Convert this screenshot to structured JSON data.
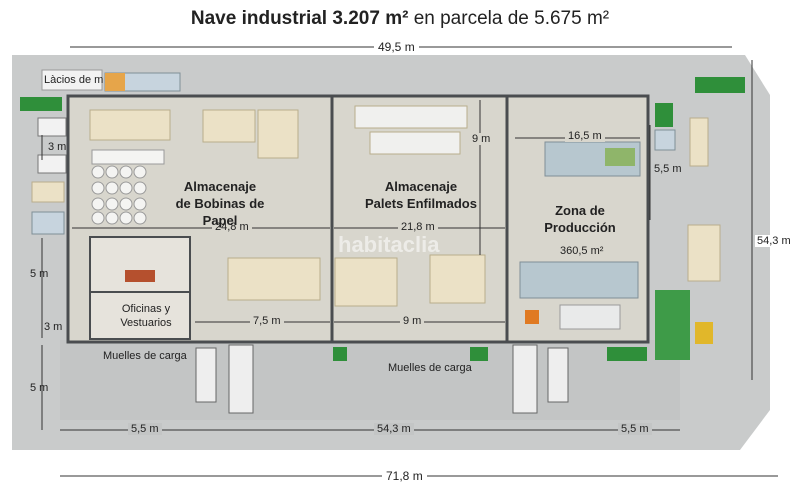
{
  "title": {
    "bold": "Nave industrial 3.207 m²",
    "rest": " en parcela de 5.675 m²"
  },
  "zones": {
    "bobinas": [
      "Almacenaje",
      "de Bobinas de Papel"
    ],
    "palets": [
      "Almacenaje",
      "Palets Enfilmados"
    ],
    "produccion": [
      "Zona de",
      "Producción"
    ],
    "oficinas": [
      "Oficinas y",
      "Vestuarios"
    ]
  },
  "labels": {
    "lacios": "Làcios de m",
    "muelles_left": "Muelles de carga",
    "muelles_center": "Muelles de carga",
    "watermark": "habitaclia",
    "area_prod": "360,5 m²"
  },
  "dims": {
    "top_width": "49,5 m",
    "bottom_width": "71,8 m",
    "bottom_left": "5,5 m",
    "bottom_center": "54,3 m",
    "bottom_right": "5,5 m",
    "right_height": "54,3 m",
    "w_bobinas": "24,8 m",
    "w_palets": "21,8 m",
    "w_prod": "16,5 m",
    "h_palets": "9 m",
    "h_right": "5,5 m",
    "w_7_5": "7,5 m",
    "w_9": "9 m",
    "left_3a": "3 m",
    "left_5a": "5 m",
    "left_3b": "3 m",
    "left_5b": "5 m"
  },
  "colors": {
    "ground": "#c9cbcb",
    "floor": "#d8d6cd",
    "wall": "#4a4d50",
    "pallet": "#ebe1c6",
    "container": "#2f8f3a",
    "truck": "#eeeeee"
  }
}
